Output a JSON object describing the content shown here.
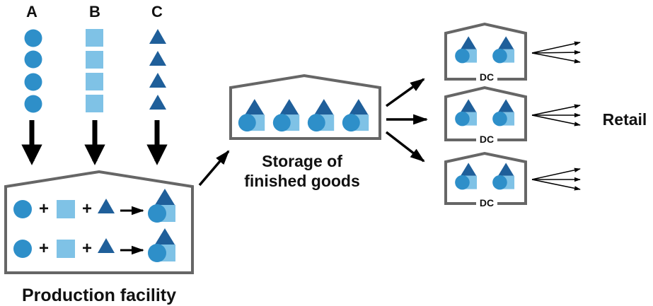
{
  "components": {
    "a_label": "A",
    "b_label": "B",
    "c_label": "C"
  },
  "production": {
    "label": "Production facility",
    "plus": "+"
  },
  "storage": {
    "label_line1": "Storage of",
    "label_line2": "finished goods"
  },
  "distribution": {
    "dc_label": "DC"
  },
  "retail": {
    "label": "Retail"
  },
  "colors": {
    "circle": "#2e8fc9",
    "square": "#7fc2e6",
    "triangle": "#1f5f9a",
    "outline": "#666666",
    "arrow": "#000000"
  },
  "icons": [
    "circle-component-icon",
    "square-component-icon",
    "triangle-component-icon",
    "finished-product-icon"
  ]
}
